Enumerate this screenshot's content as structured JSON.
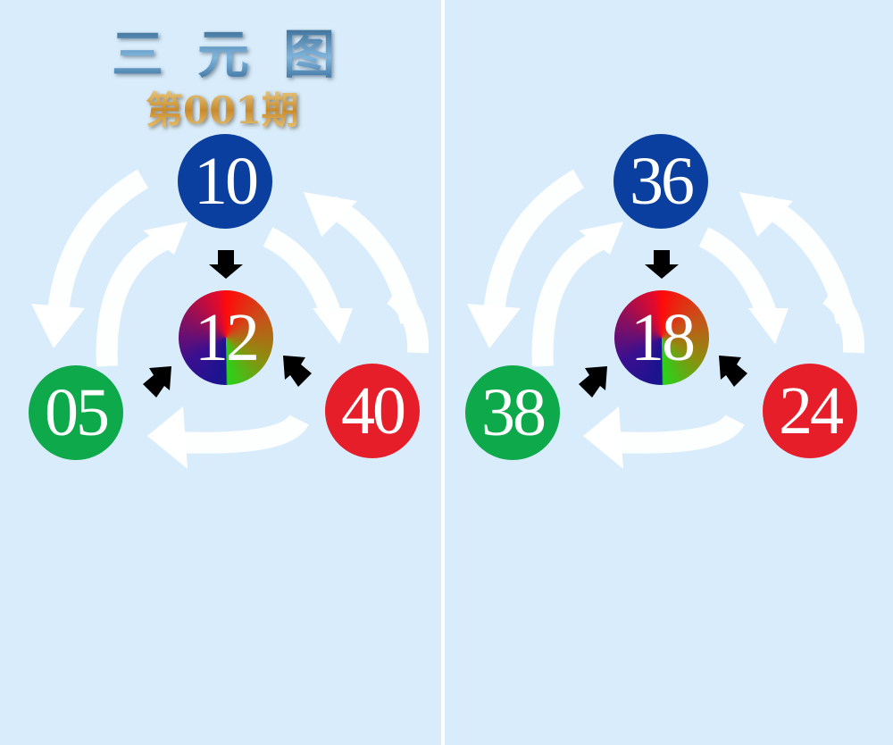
{
  "title": "三元图",
  "issue": "第001期",
  "panels": [
    {
      "top": "10",
      "center": "12",
      "left": "05",
      "right": "40"
    },
    {
      "top": "36",
      "center": "18",
      "left": "38",
      "right": "24"
    }
  ],
  "colors": {
    "top": "#0a3f9f",
    "left": "#0da94a",
    "right": "#e61e2a",
    "background": "#d8ecfb"
  }
}
